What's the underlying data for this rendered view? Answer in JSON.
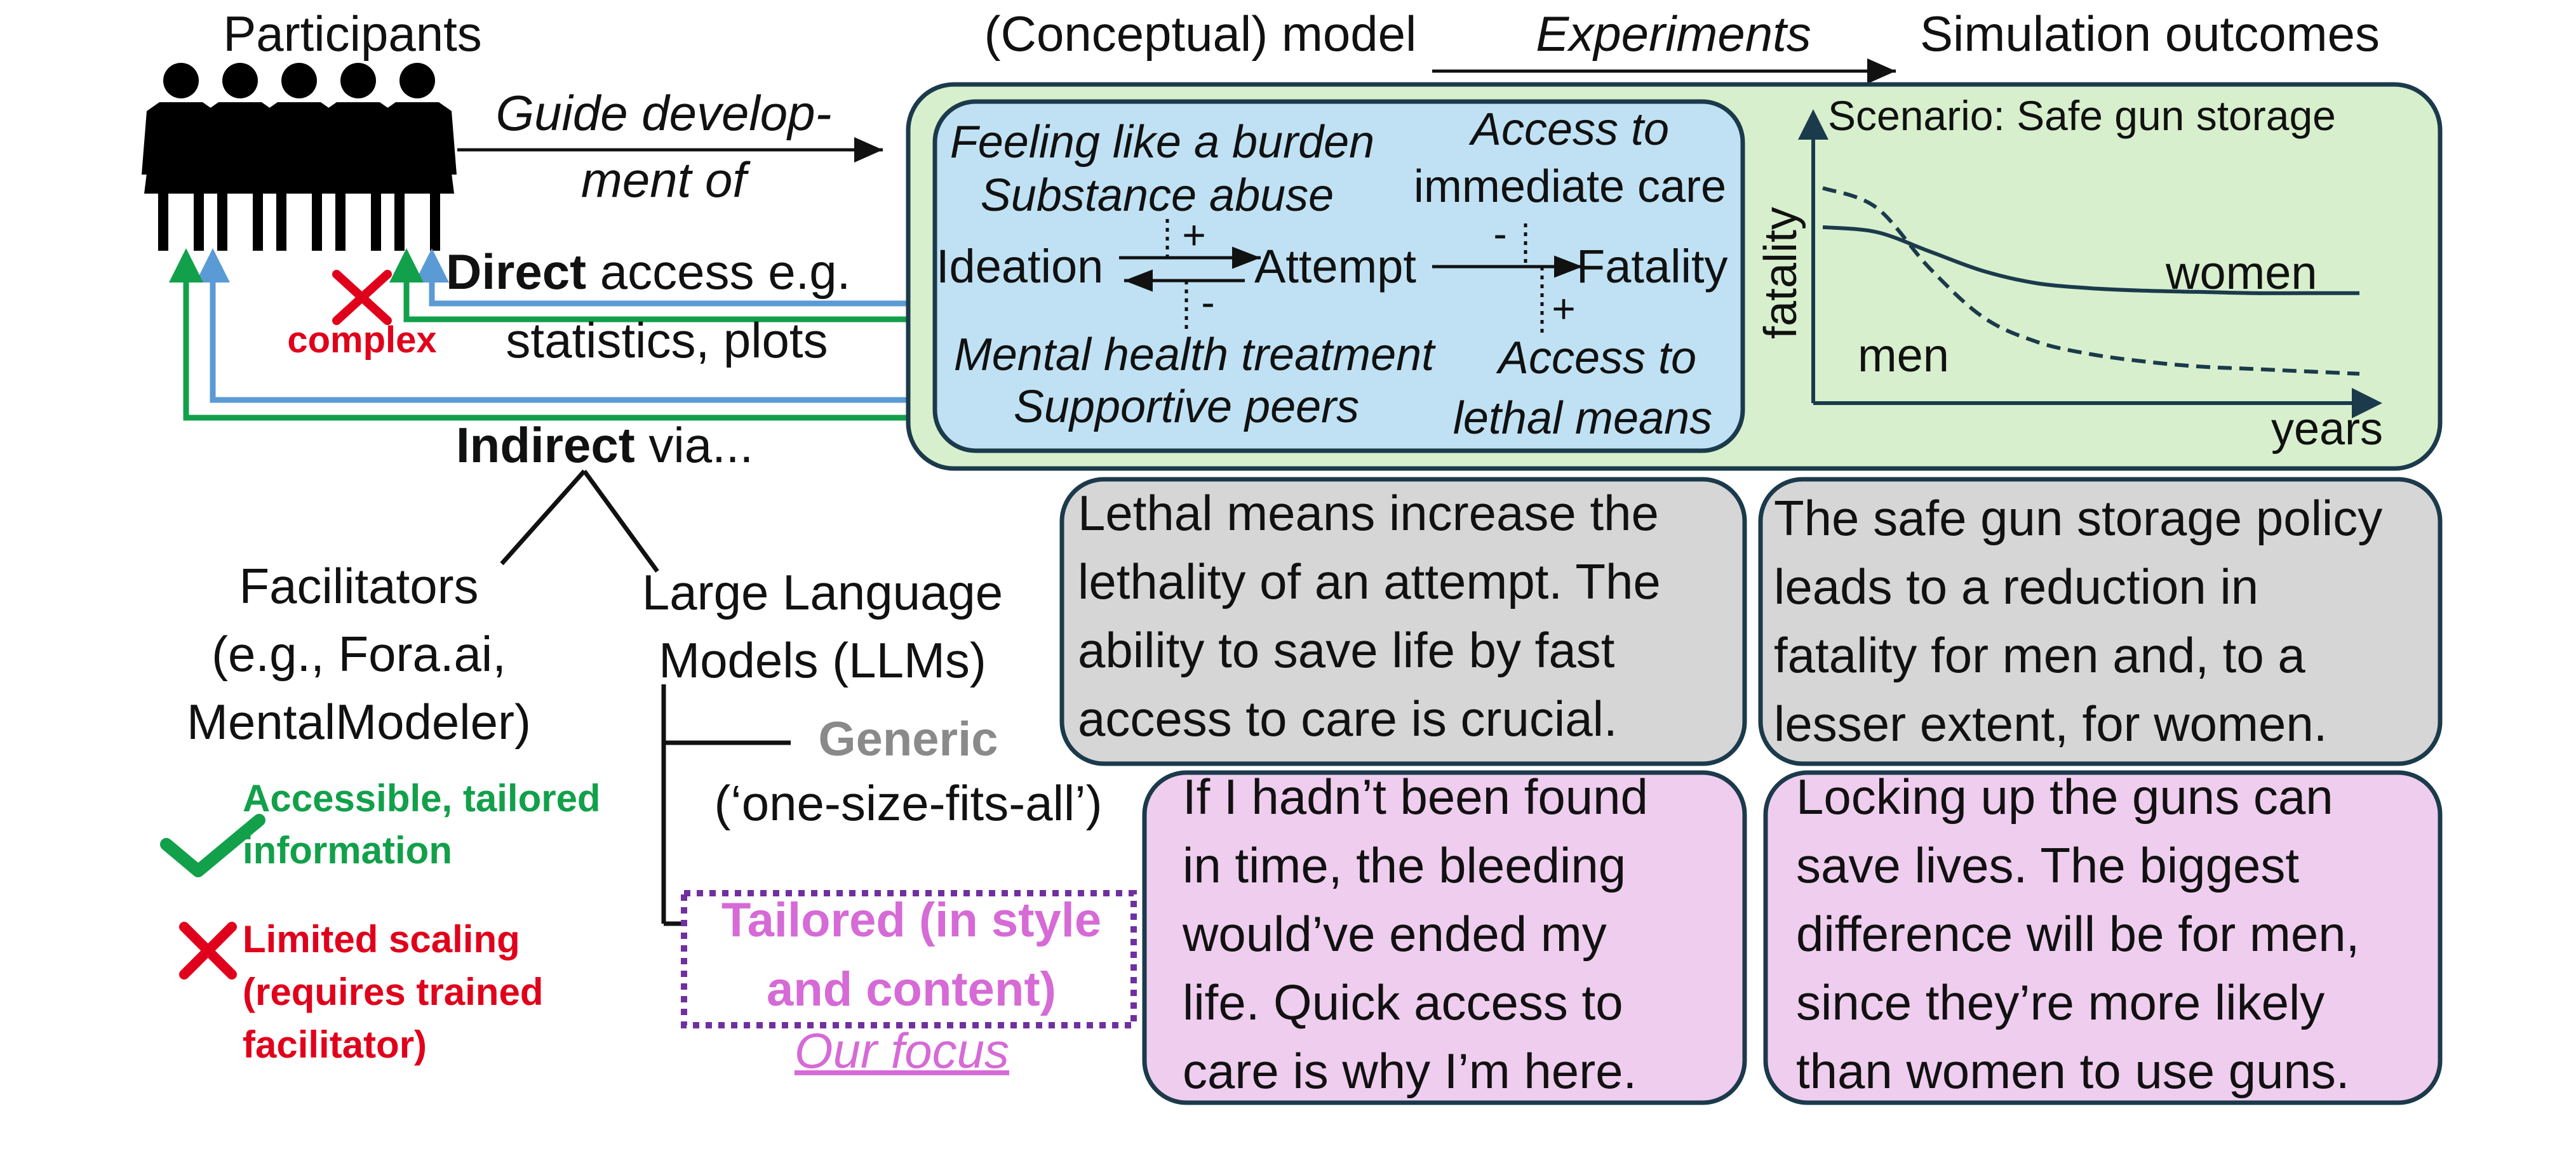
{
  "header": {
    "participants": "Participants",
    "model": "(Conceptual) model",
    "experiments": "Experiments",
    "outcomes": "Simulation outcomes"
  },
  "guide": {
    "line1": "Guide develop-",
    "line2": "ment of"
  },
  "direct": {
    "bold": "Direct",
    "rest": " access e.g.",
    "line2": "statistics, plots",
    "complex": "complex"
  },
  "indirect": {
    "bold": "Indirect",
    "rest": " via..."
  },
  "facilitators": {
    "line1": "Facilitators",
    "line2": "(e.g., Fora.ai,",
    "line3": "MentalModeler)",
    "pro_line1": "Accessible, tailored",
    "pro_line2": "information",
    "con_line1": "Limited scaling",
    "con_line2": "(requires trained",
    "con_line3": "facilitator)"
  },
  "llm": {
    "line1": "Large Language",
    "line2": "Models (LLMs)",
    "generic": "Generic",
    "generic_sub": "(‘one-size-fits-all’)",
    "tailored_line1": "Tailored (in style",
    "tailored_line2": "and content)",
    "focus": "Our focus"
  },
  "conceptual_model": {
    "burden": "Feeling like a burden",
    "substance": "Substance abuse",
    "ideation": "Ideation",
    "attempt": "Attempt",
    "fatality": "Fatality",
    "care_line1": "Access to",
    "care_line2": "immediate care",
    "treatment": "Mental health treatment",
    "peers": "Supportive peers",
    "lethal_line1": "Access to",
    "lethal_line2": "lethal means",
    "plus": "+",
    "minus": "-"
  },
  "chart_data": {
    "type": "line",
    "title": "Scenario: Safe gun storage",
    "xlabel": "years",
    "ylabel": "fatality",
    "x": [
      0,
      1,
      2,
      3,
      4,
      5,
      6,
      7,
      8,
      9,
      10
    ],
    "xlim": [
      0,
      10
    ],
    "ylim": [
      0,
      1
    ],
    "series": [
      {
        "name": "women",
        "style": "solid",
        "values": [
          0.72,
          0.7,
          0.62,
          0.54,
          0.49,
          0.47,
          0.46,
          0.455,
          0.45,
          0.45,
          0.45
        ]
      },
      {
        "name": "men",
        "style": "dashed",
        "values": [
          0.88,
          0.8,
          0.55,
          0.35,
          0.25,
          0.2,
          0.17,
          0.15,
          0.14,
          0.13,
          0.12
        ]
      }
    ],
    "grid": false
  },
  "explanations": {
    "gray_left": [
      "Lethal means increase the",
      "lethality of an attempt. The",
      "ability to save life by fast",
      "access to care is crucial."
    ],
    "gray_right": [
      "The safe gun storage policy",
      "leads to a reduction in",
      "fatality for men and, to a",
      "lesser extent, for women."
    ],
    "pink_left": [
      "If I hadn’t been found",
      "in time, the bleeding",
      "would’ve ended my",
      "life. Quick access to",
      "care is why I’m here."
    ],
    "pink_right": [
      "Locking up the guns can",
      "save lives. The biggest",
      "difference will be for men,",
      "since they’re more likely",
      "than women to use guns."
    ]
  },
  "colors": {
    "green": "#12a04a",
    "blue": "#5b9bd5",
    "red": "#e0001b",
    "panel_green": "#d7efcc",
    "panel_blue": "#bfe1f3",
    "panel_gray": "#d6d6d6",
    "panel_pink": "#efcdee",
    "navy": "#1b3a4b",
    "purple": "#7030a0",
    "pink_text": "#d66ad6",
    "gray_text": "#8a8a8a"
  }
}
